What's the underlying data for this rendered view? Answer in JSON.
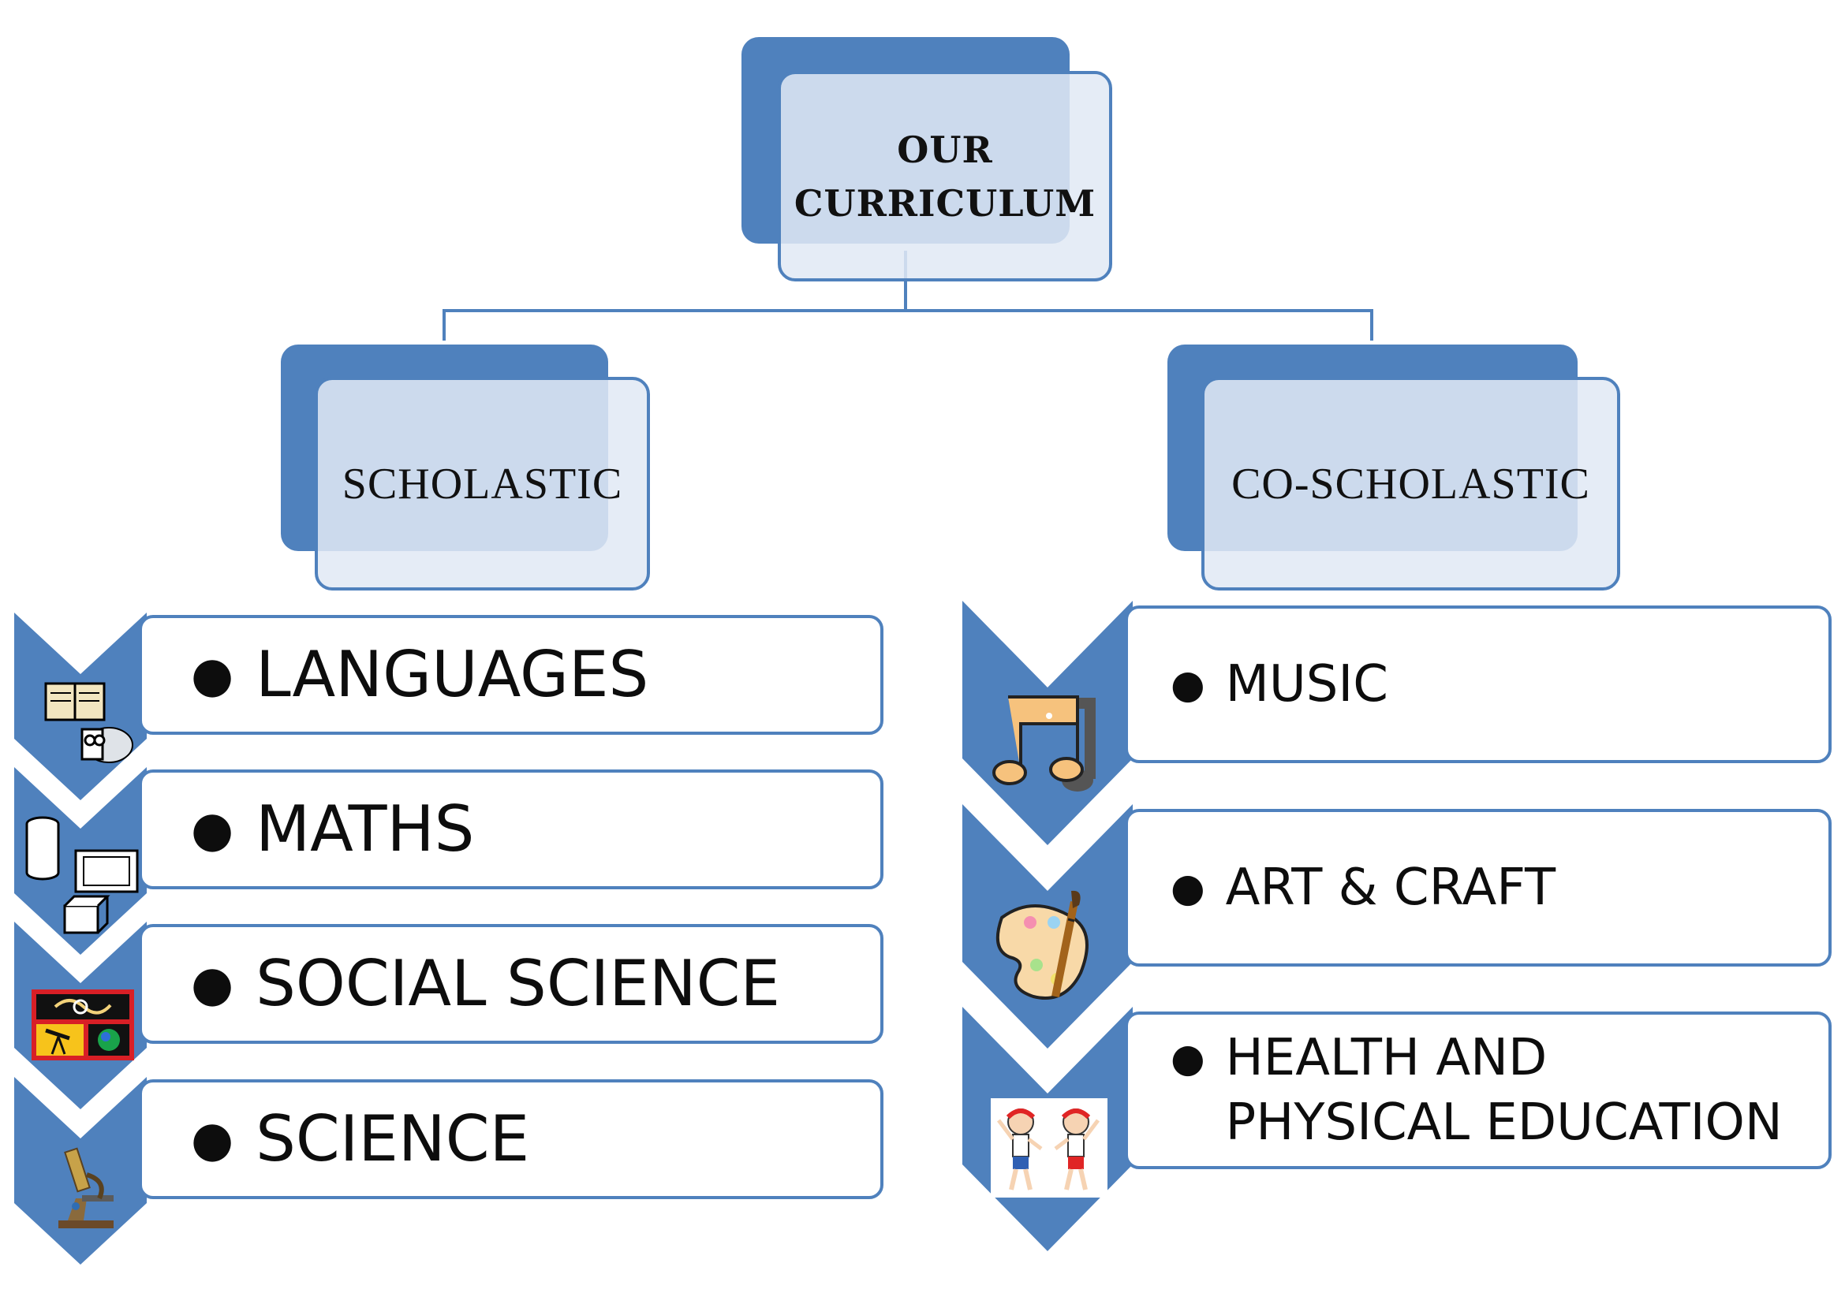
{
  "colors": {
    "accent": "#4f81bd",
    "box_fill": "#e1e9f4",
    "text": "#111111"
  },
  "root": {
    "title_line1": "OUR",
    "title_line2": "CURRICULUM"
  },
  "scholastic": {
    "label": "SCHOLASTIC",
    "items": [
      {
        "label": "LANGUAGES",
        "icon": "book-reader-icon"
      },
      {
        "label": "MATHS",
        "icon": "geometric-shapes-icon"
      },
      {
        "label": "SOCIAL SCIENCE",
        "icon": "globe-telescope-icon"
      },
      {
        "label": "SCIENCE",
        "icon": "microscope-icon"
      }
    ]
  },
  "coscholastic": {
    "label": "CO-SCHOLASTIC",
    "items": [
      {
        "label": "MUSIC",
        "icon": "music-notes-icon"
      },
      {
        "label": "ART & CRAFT",
        "icon": "paint-palette-icon"
      },
      {
        "label": "HEALTH AND PHYSICAL EDUCATION",
        "icon": "exercising-children-icon"
      }
    ]
  }
}
